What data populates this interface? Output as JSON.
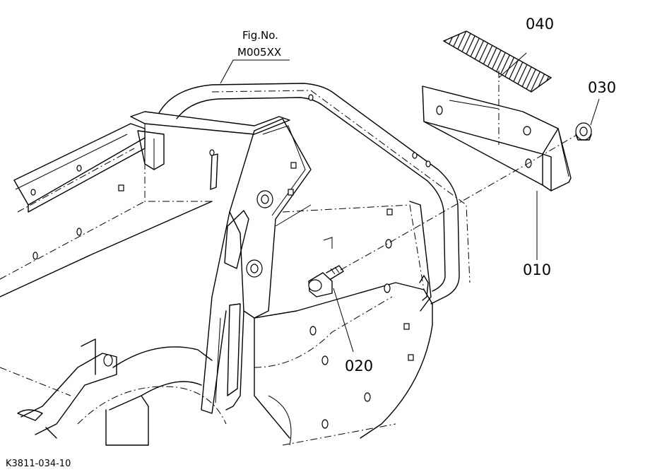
{
  "figure_label": {
    "line1": "Fig.No.",
    "line2": "M005XX"
  },
  "callouts": {
    "p040": "040",
    "p030": "030",
    "p010": "010",
    "p020": "020"
  },
  "reference_code": "K3811-034-10"
}
